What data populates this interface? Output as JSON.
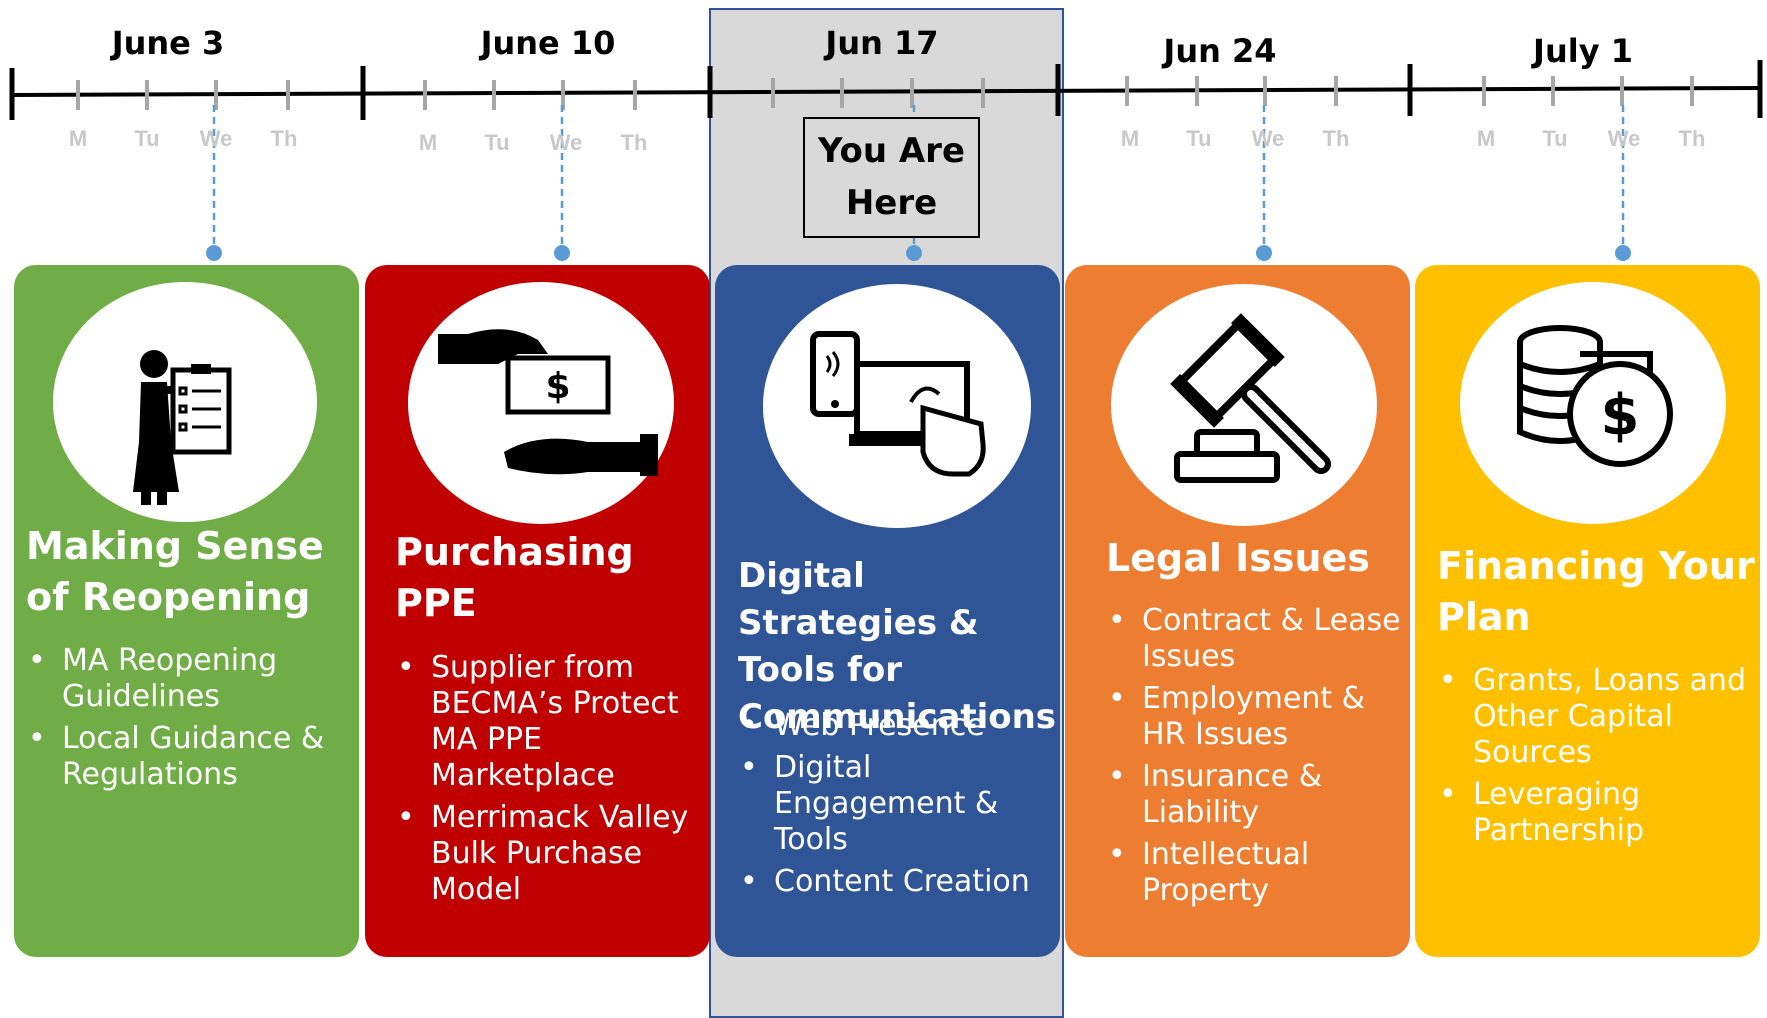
{
  "weeks": [
    "June 3",
    "June 10",
    "Jun 17",
    "Jun 24",
    "July 1"
  ],
  "days": [
    "M",
    "Tu",
    "We",
    "Th"
  ],
  "you_are_here": "You Are Here",
  "colors": {
    "green": "#70ad47",
    "red": "#c00000",
    "blue": "#2f5597",
    "orange": "#ed7d31",
    "yellow": "#ffc000",
    "highlight": "#d9d9d9",
    "connector": "#5b9bd5"
  },
  "cards": [
    {
      "title": "Making Sense of Reopening",
      "items": [
        "MA Reopening Guidelines",
        "Local Guidance & Regulations"
      ],
      "icon": "presenter-clipboard-icon"
    },
    {
      "title": "Purchasing PPE",
      "items": [
        "Supplier from BECMA’s Protect MA PPE Marketplace",
        "Merrimack Valley Bulk Purchase Model"
      ],
      "icon": "money-exchange-icon"
    },
    {
      "title": "Digital Strategies & Tools for Communications",
      "items": [
        "Web Presence",
        "Digital Engagement & Tools",
        "Content Creation"
      ],
      "icon": "devices-touch-icon"
    },
    {
      "title": "Legal Issues",
      "items": [
        "Contract & Lease Issues",
        "Employment & HR Issues",
        "Insurance & Liability",
        "Intellectual Property"
      ],
      "icon": "gavel-icon"
    },
    {
      "title": "Financing Your Plan",
      "items": [
        "Grants, Loans and Other Capital Sources",
        "Leveraging Partnership"
      ],
      "icon": "coins-dollar-icon"
    }
  ]
}
